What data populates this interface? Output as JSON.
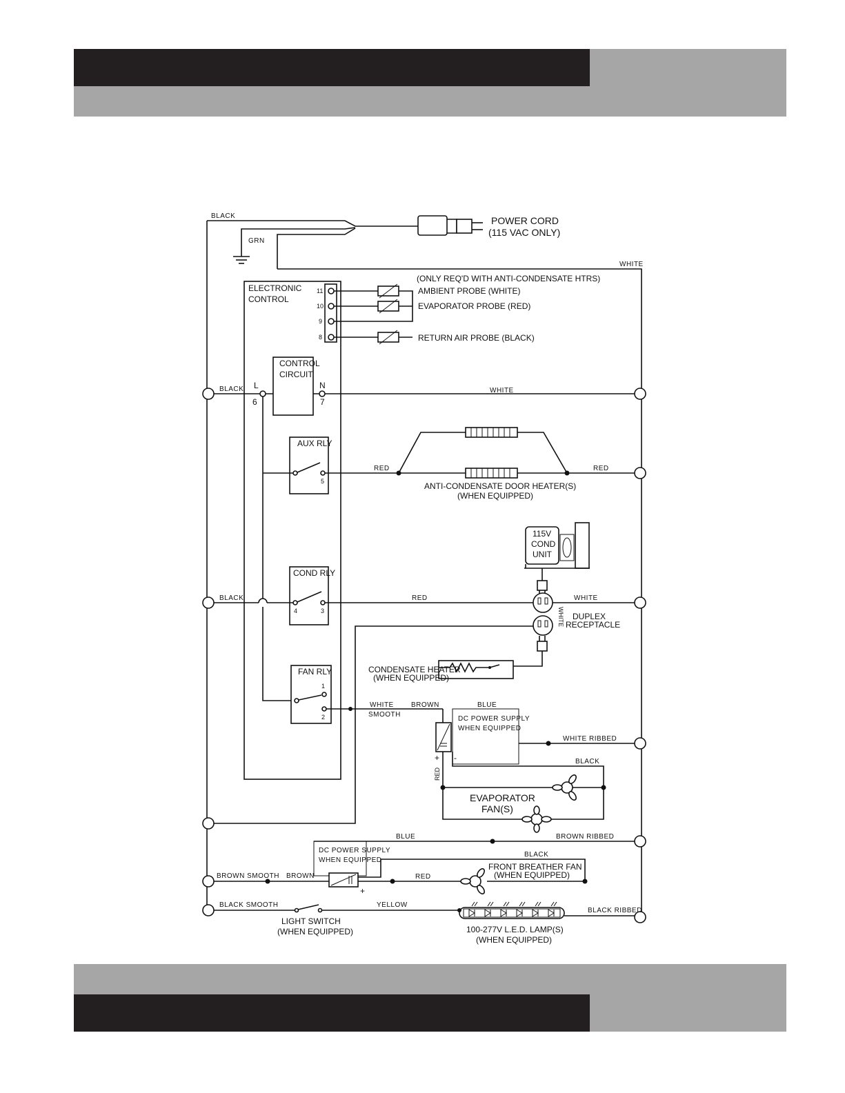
{
  "colors": {
    "header_dark": "#231f20",
    "header_gray": "#a6a6a6",
    "line": "#111111"
  },
  "power_cord": {
    "line1": "POWER CORD",
    "line2": "(115 VAC ONLY)"
  },
  "wires": {
    "black": "BLACK",
    "grn": "GRN",
    "white": "WHITE",
    "red": "RED",
    "blue": "BLUE",
    "brown": "BROWN",
    "yellow": "YELLOW",
    "white_smooth_1": "WHITE",
    "white_smooth_2": "SMOOTH",
    "white_ribbed": "WHITE RIBBED",
    "brown_ribbed": "BROWN RIBBED",
    "brown_smooth": "BROWN SMOOTH",
    "black_smooth": "BLACK SMOOTH",
    "black_ribbed": "BLACK RIBBED",
    "red_vertical": "RED",
    "white_vertical": "WHITE"
  },
  "control": {
    "line1": "ELECTRONIC",
    "line2": "CONTROL"
  },
  "probes": {
    "note": "(ONLY REQ'D WITH ANTI-CONDENSATE HTRS)",
    "ambient": "AMBIENT PROBE (WHITE)",
    "evaporator": "EVAPORATOR PROBE (RED)",
    "return_air": "RETURN AIR PROBE (BLACK)",
    "pins": [
      "11",
      "10",
      "9",
      "8"
    ]
  },
  "control_circuit": {
    "line1": "CONTROL",
    "line2": "CIRCUIT",
    "l": "L",
    "n": "N",
    "pin_l": "6",
    "pin_n": "7"
  },
  "aux_rly": {
    "label": "AUX RLY",
    "pin": "5"
  },
  "cond_rly": {
    "label": "COND RLY",
    "pin_a": "4",
    "pin_b": "3"
  },
  "fan_rly": {
    "label": "FAN RLY",
    "pin_a": "1",
    "pin_b": "2"
  },
  "door_heater": {
    "line1": "ANTI-CONDENSATE DOOR HEATER(S)",
    "line2": "(WHEN EQUIPPED)"
  },
  "cond_unit": {
    "line1": "115V",
    "line2": "COND",
    "line3": "UNIT"
  },
  "receptacle": {
    "line1": "DUPLEX",
    "line2": "RECEPTACLE"
  },
  "condensate_heater": {
    "line1": "CONDENSATE HEATER",
    "line2": "(WHEN EQUIPPED)"
  },
  "dc_supply_1": {
    "line1": "DC POWER SUPPLY",
    "line2": "WHEN EQUIPPED",
    "plus": "+",
    "minus": "-"
  },
  "evap_fan": {
    "line1": "EVAPORATOR",
    "line2": "FAN(S)"
  },
  "dc_supply_2": {
    "line1": "DC POWER SUPPLY",
    "line2": "WHEN EQUIPPED",
    "plus": "+",
    "minus": "-"
  },
  "front_fan": {
    "line1": "FRONT BREATHER FAN",
    "line2": "(WHEN EQUIPPED)"
  },
  "light_switch": {
    "line1": "LIGHT SWITCH",
    "line2": "(WHEN EQUIPPED)"
  },
  "led_lamp": {
    "line1": "100-277V L.E.D. LAMP(S)",
    "line2": "(WHEN EQUIPPED)"
  }
}
